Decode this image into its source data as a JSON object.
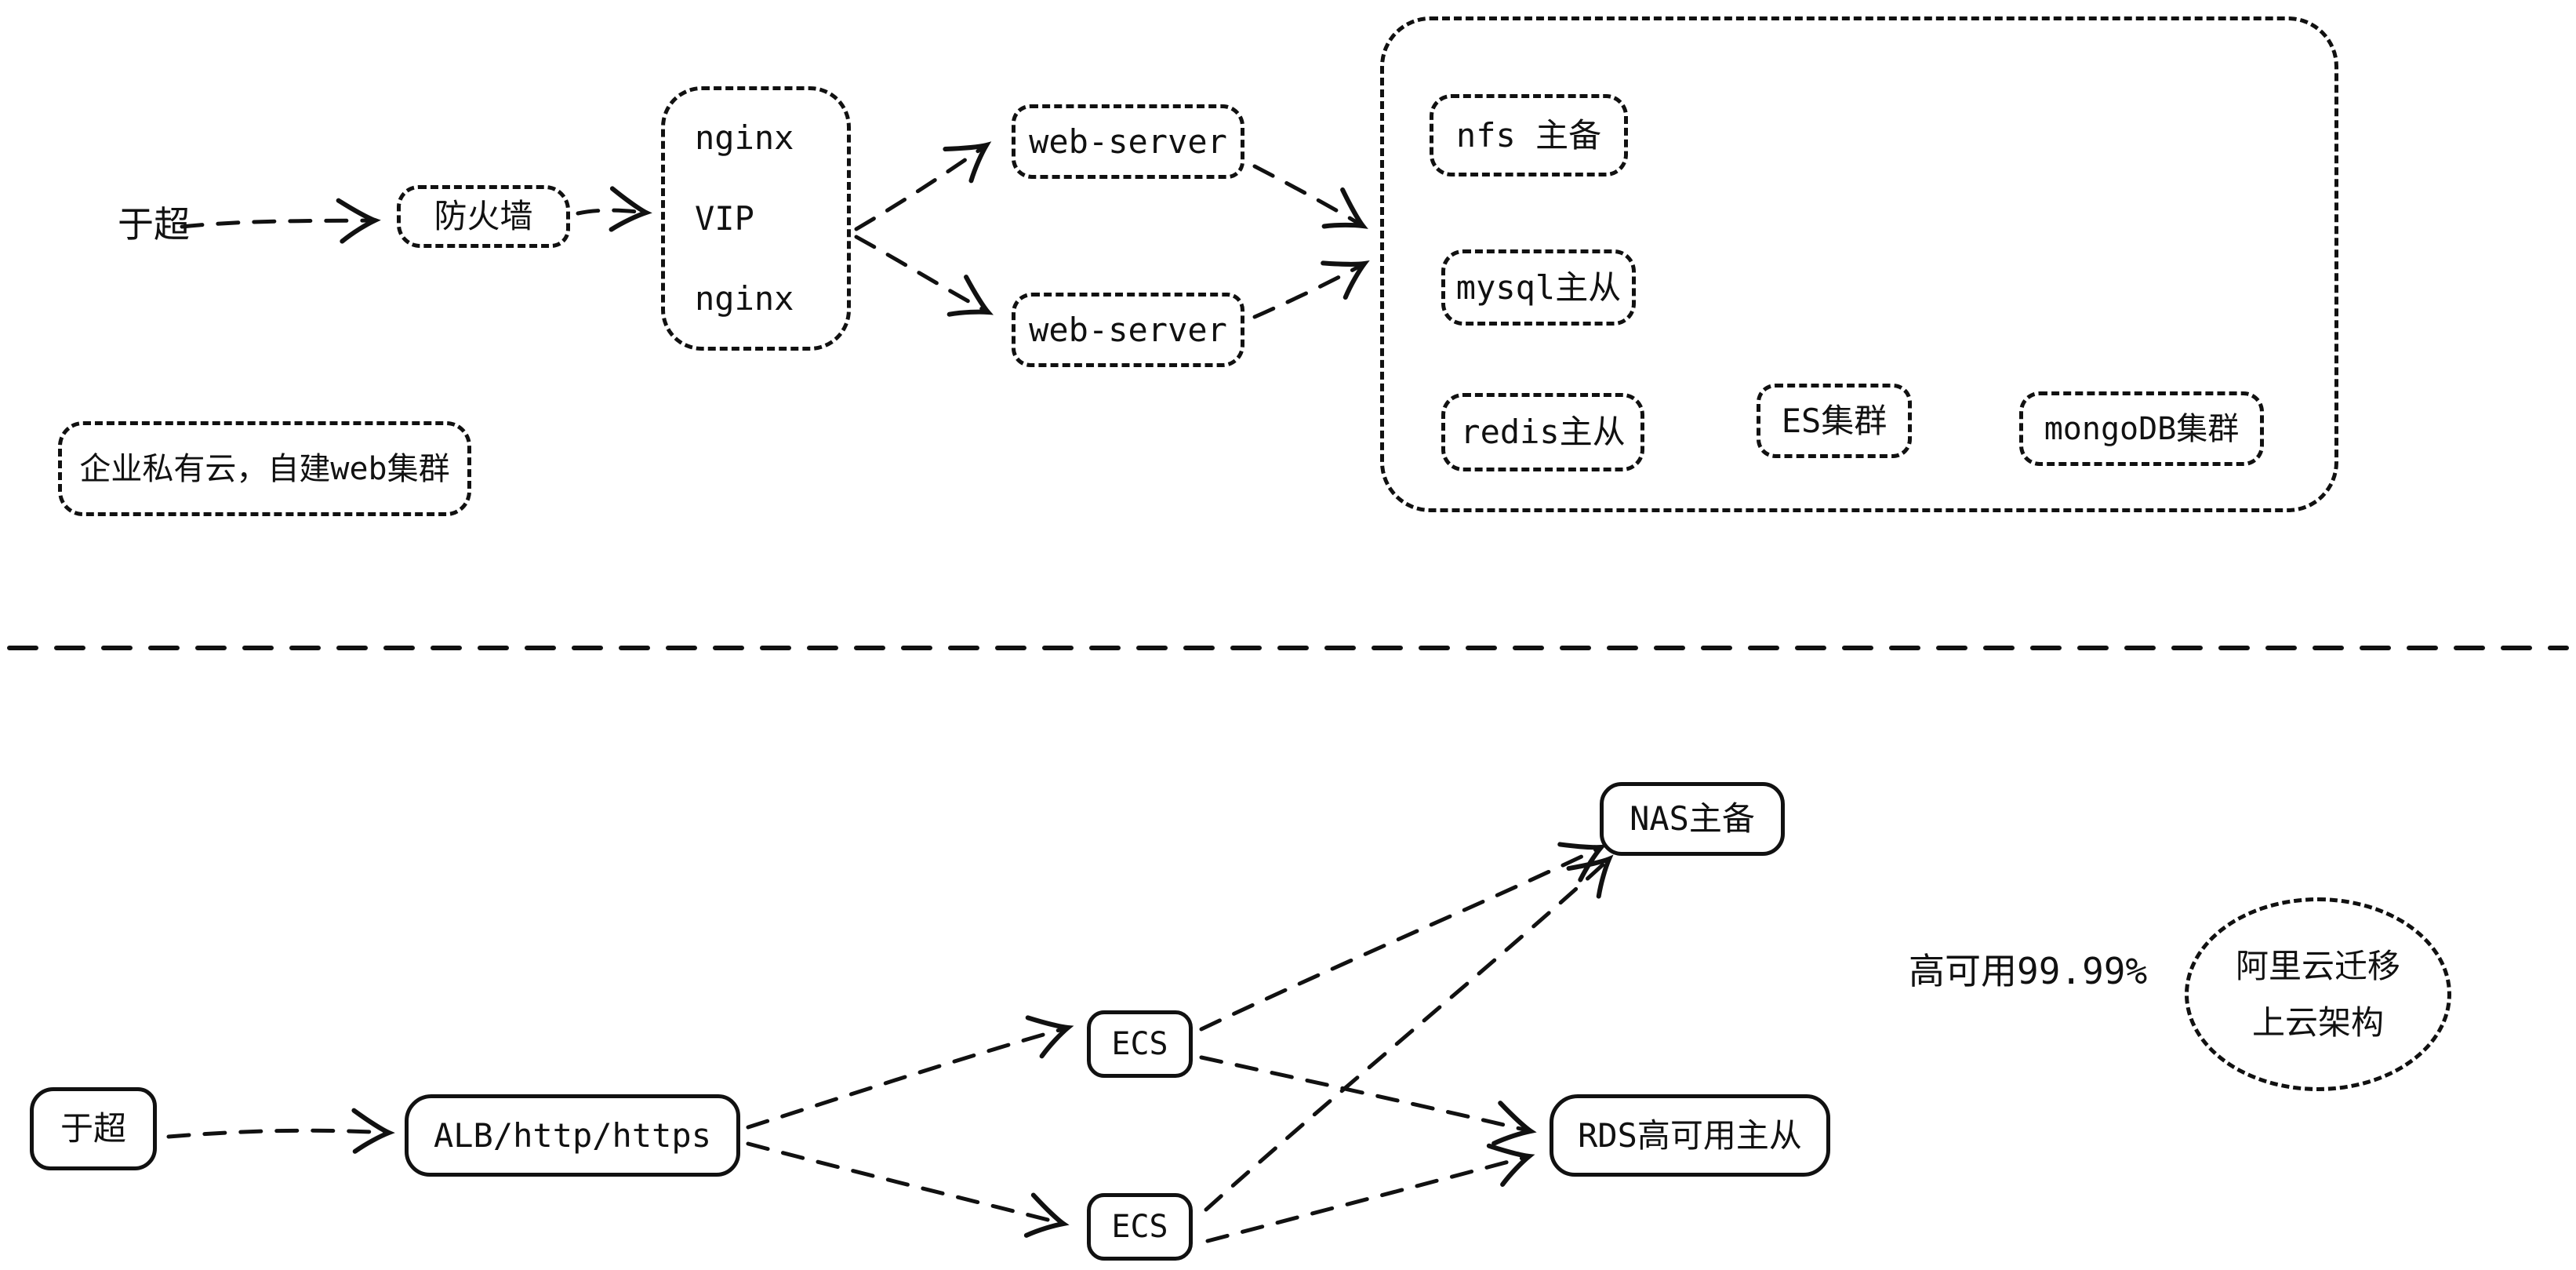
{
  "colors": {
    "stroke": "#111111",
    "background": "#ffffff"
  },
  "top": {
    "user_label": "于超",
    "firewall_label": "防火墙",
    "lb": {
      "line1": "nginx",
      "line2": "VIP",
      "line3": "nginx"
    },
    "web_server_1": "web-server",
    "web_server_2": "web-server",
    "cluster": {
      "nfs": "nfs 主备",
      "mysql": "mysql主从",
      "redis": "redis主从",
      "es": "ES集群",
      "mongodb": "mongoDB集群"
    },
    "caption": "企业私有云，自建web集群"
  },
  "bottom": {
    "user_label": "于超",
    "alb_label": "ALB/http/https",
    "ecs_1": "ECS",
    "ecs_2": "ECS",
    "nas_label": "NAS主备",
    "rds_label": "RDS高可用主从",
    "availability_note": "高可用99.99%",
    "cloud": {
      "line1": "阿里云迁移",
      "line2": "上云架构"
    }
  }
}
